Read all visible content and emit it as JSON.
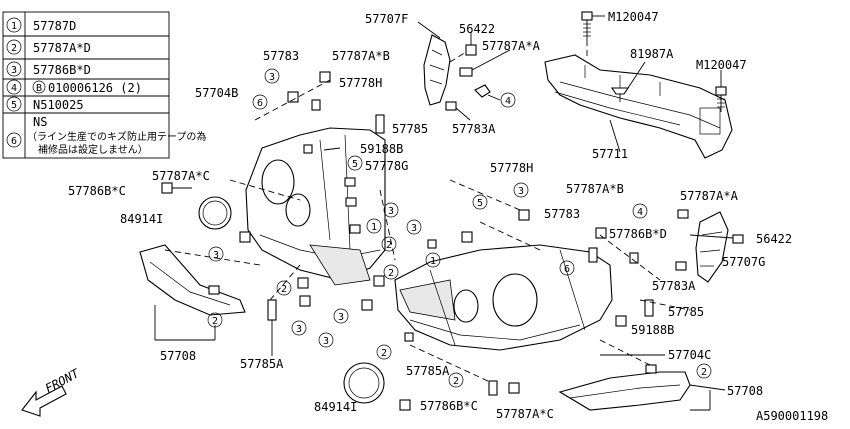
{
  "diagram_code": "A590001198",
  "front_label": "FRONT",
  "legend": [
    {
      "num": "1",
      "text": "57787D"
    },
    {
      "num": "2",
      "text": "57787A*D"
    },
    {
      "num": "3",
      "text": "57786B*D"
    },
    {
      "num": "4",
      "text": "010006126 (2)",
      "prefix": "B"
    },
    {
      "num": "5",
      "text": "N510025"
    },
    {
      "num": "6",
      "text": "NS",
      "note1": "（ライン生産でのキズ防止用テープの為",
      "note2": "補修品は設定しません）"
    }
  ],
  "labels": {
    "l57707F": "57707F",
    "l56422a": "56422",
    "l57787AxA_a": "57787A*A",
    "lM120047a": "M120047",
    "l81987A": "81987A",
    "lM120047b": "M120047",
    "l57783a": "57783",
    "l57787AxB_a": "57787A*B",
    "l57778Ha": "57778H",
    "l57704B": "57704B",
    "l57785a": "57785",
    "l57783A_a": "57783A",
    "l57711": "57711",
    "l59188Ba": "59188B",
    "l57778G": "57778G",
    "l57787AxC_a": "57787A*C",
    "l57786BxC_a": "57786B*C",
    "l84914Ia": "84914I",
    "l57778Hb": "57778H",
    "l57787AxB_b": "57787A*B",
    "l57783b": "57783",
    "l57787AxA_b": "57787A*A",
    "l57786BxD": "57786B*D",
    "l56422b": "56422",
    "l57707G": "57707G",
    "l57783A_b": "57783A",
    "l57785b": "57785",
    "l59188Bb": "59188B",
    "l57708a": "57708",
    "l57785A_a": "57785A",
    "l57704C": "57704C",
    "l57785A_b": "57785A",
    "l57708b": "57708",
    "l84914Ib": "84914I",
    "l57786BxC_b": "57786B*C",
    "l57787AxC_b": "57787A*C"
  },
  "callouts": {
    "c3a": "3",
    "c6a": "6",
    "c4a": "4",
    "c5a": "5",
    "c1a": "1",
    "c3b": "3",
    "c3c": "3",
    "c2a": "2",
    "c2b": "2",
    "c3d": "3",
    "c3e": "3",
    "c3f": "3",
    "c3g": "3",
    "c2c": "2",
    "c2d": "2",
    "c3h": "3",
    "c5b": "5",
    "c1b": "1",
    "c2e": "2",
    "c6b": "6",
    "c4b": "4",
    "c2f": "2",
    "c2g": "2"
  }
}
